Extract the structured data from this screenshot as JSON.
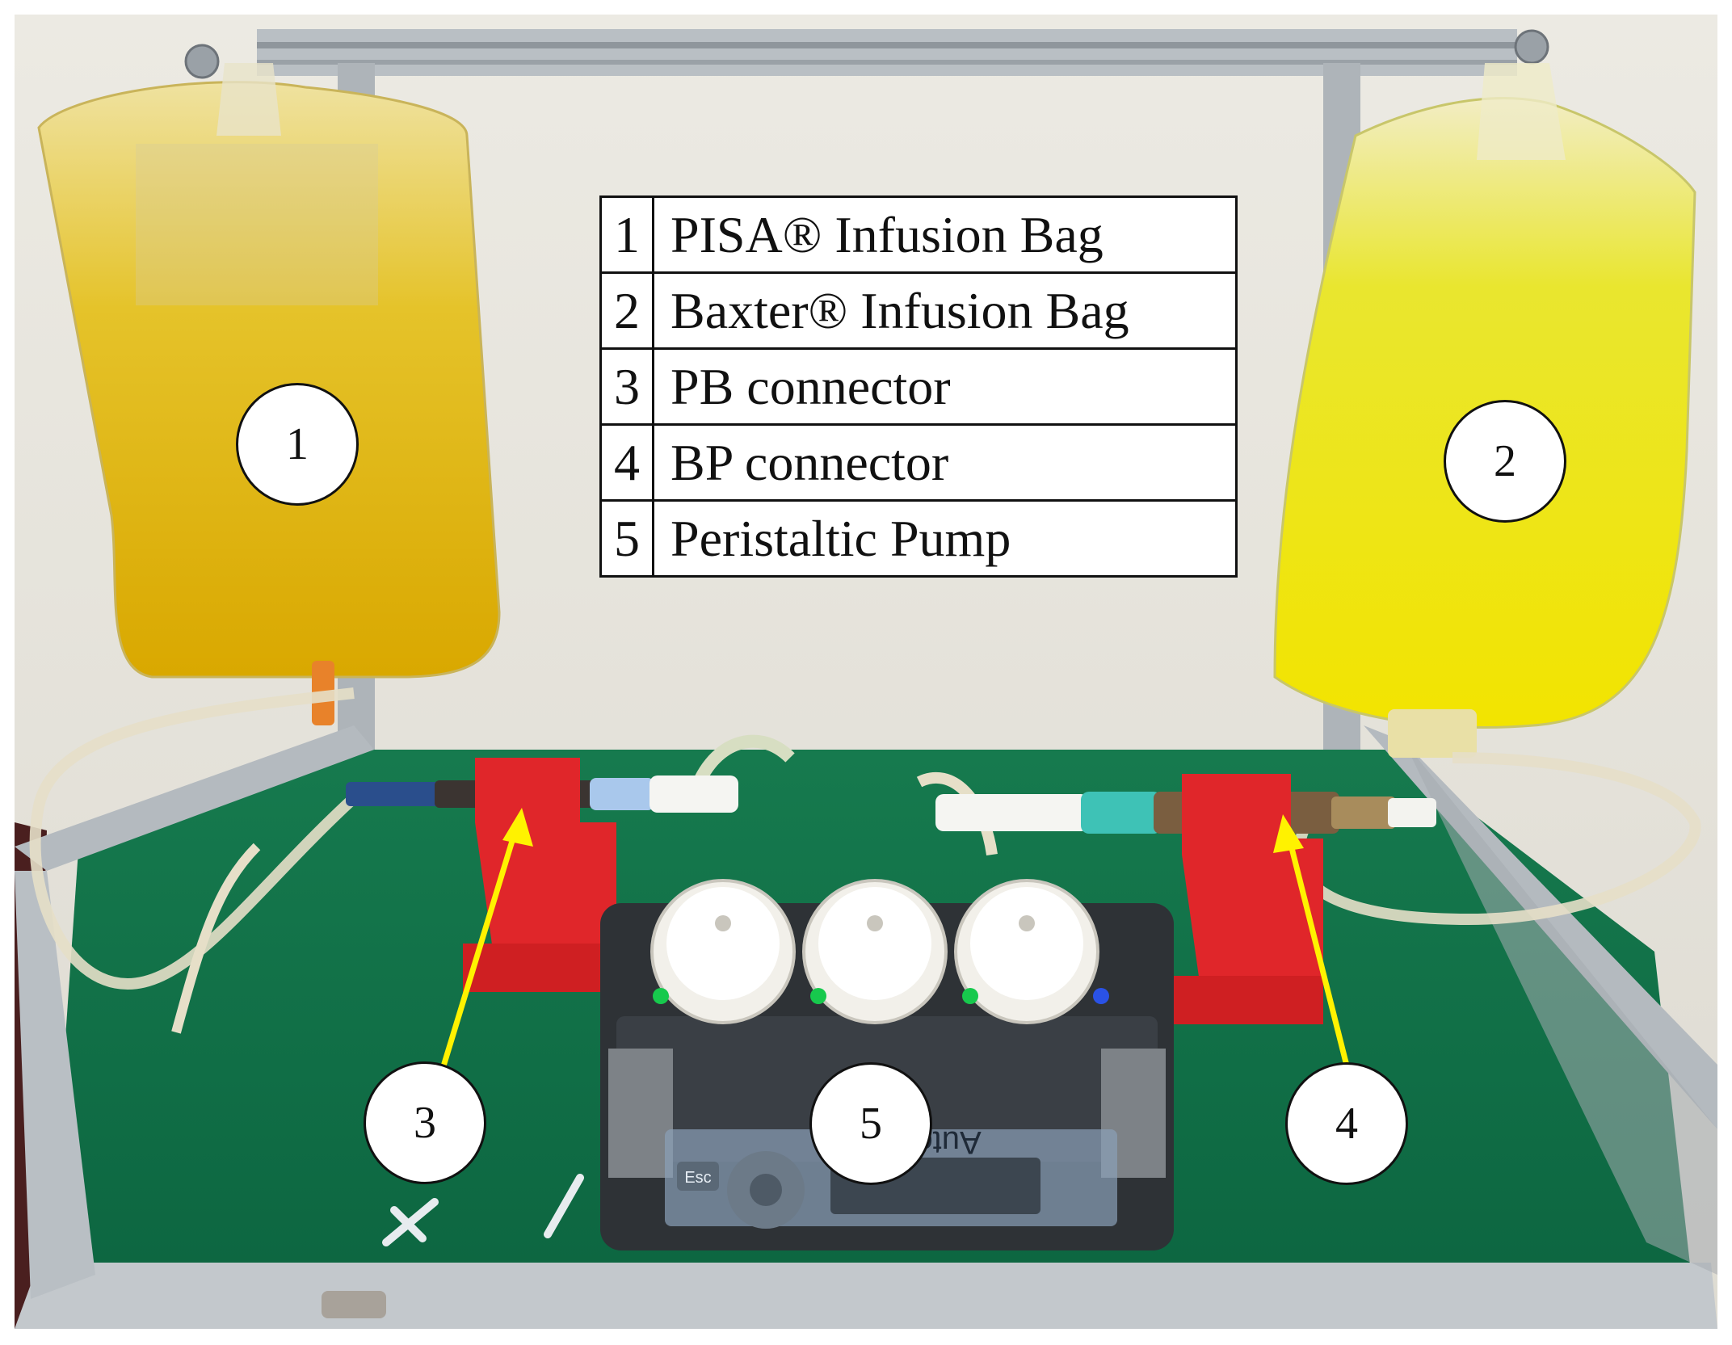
{
  "legend": [
    {
      "num": "1",
      "label": "PISA® Infusion Bag"
    },
    {
      "num": "2",
      "label": "Baxter® Infusion Bag"
    },
    {
      "num": "3",
      "label": "PB connector"
    },
    {
      "num": "4",
      "label": "BP connector"
    },
    {
      "num": "5",
      "label": "Peristaltic Pump"
    }
  ],
  "callouts": {
    "c1": "1",
    "c2": "2",
    "c3": "3",
    "c4": "4",
    "c5": "5"
  },
  "pump_text": {
    "brand": "Auto pump",
    "esc_key": "Esc"
  },
  "colors": {
    "board": "#0e6b43",
    "frame": "#b8bec3",
    "holder": "#e0262a",
    "bag_left": "#e2b800",
    "bag_right": "#f0e600",
    "arrow": "#fff200",
    "pump_body": "#2e3236",
    "pump_head": "#f2f0ea"
  }
}
